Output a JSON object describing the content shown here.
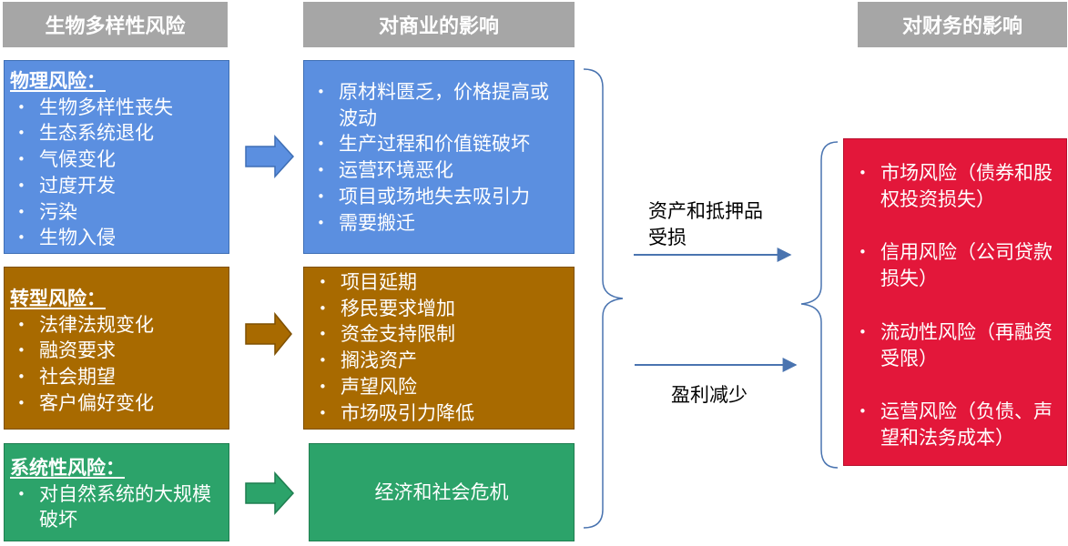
{
  "headers": {
    "risk": "生物多样性风险",
    "business": "对商业的影响",
    "finance": "对财务的影响"
  },
  "physical": {
    "title": "物理风险：",
    "items": [
      "生物多样性丧失",
      "生态系统退化",
      "气候变化",
      "过度开发",
      "污染",
      "生物入侵"
    ]
  },
  "transition": {
    "title": "转型风险：",
    "items": [
      "法律法规变化",
      "融资要求",
      "社会期望",
      "客户偏好变化"
    ]
  },
  "systemic": {
    "title": "系统性风险：",
    "items": [
      "对自然系统的大规模破坏"
    ]
  },
  "business_physical": [
    "原材料匮乏，价格提高或波动",
    "生产过程和价值链破坏",
    "运营环境恶化",
    "项目或场地失去吸引力",
    "需要搬迁"
  ],
  "business_transition": [
    "项目延期",
    "移民要求增加",
    "资金支持限制",
    "搁浅资产",
    "声望风险",
    "市场吸引力降低"
  ],
  "business_systemic": "经济和社会危机",
  "arrow_labels": {
    "assets": "资产和抵押品受损",
    "profit": "盈利减少"
  },
  "finance_items": [
    "市场风险（债券和股权投资损失）",
    "信用风险（公司贷款损失）",
    "流动性风险（再融资受限）",
    "运营风险（负债、声望和法务成本）"
  ],
  "colors": {
    "header_bg": "#a6a6a6",
    "physical": "#5b8fe0",
    "transition": "#a86a00",
    "systemic": "#2ca36a",
    "finance": "#e3173a",
    "connector": "#4a74b0"
  }
}
